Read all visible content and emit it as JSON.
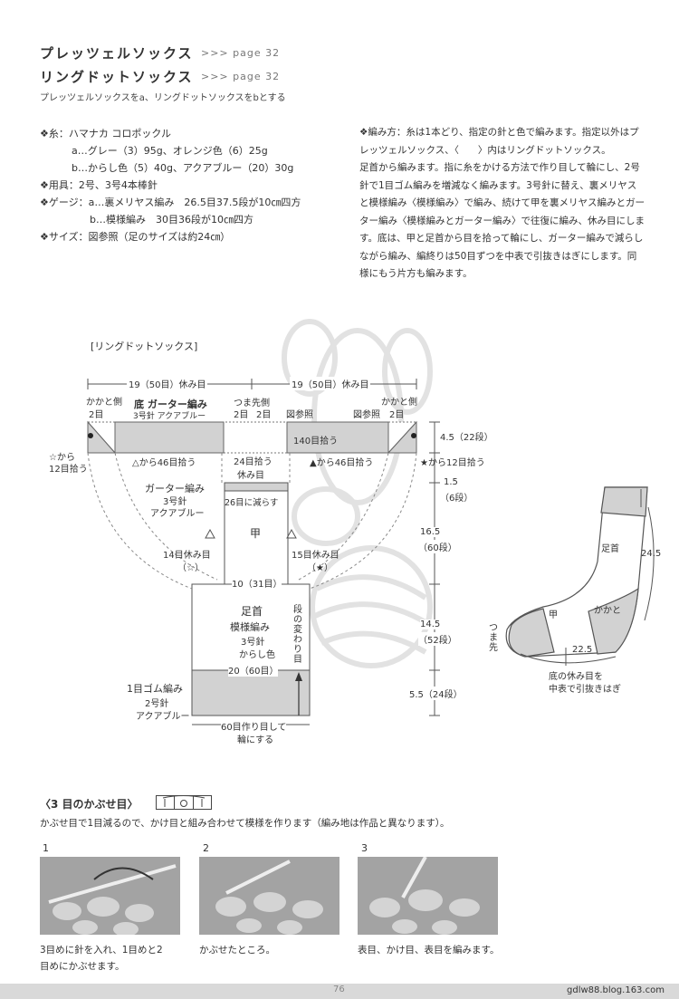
{
  "header": {
    "title1": "プレッツェルソックス",
    "ref1": ">>> page 32",
    "title2": "リングドットソックス",
    "ref2": ">>> page 32",
    "subtitle": "プレッツェルソックスをa、リングドットソックスをbとする"
  },
  "materials": {
    "yarn": "❖糸：ハマナカ コロポックル",
    "yarn_a": "a…グレー（3）95g、オレンジ色（6）25g",
    "yarn_b": "b…からし色（5）40g、アクアブルー（20）30g",
    "tools": "❖用具：2号、3号4本棒針",
    "gauge_a": "❖ゲージ：a…裏メリヤス編み　26.5目37.5段が10㎝四方",
    "gauge_b": "b…模様編み　30目36段が10㎝四方",
    "size": "❖サイズ：図参照（足のサイズは約24㎝）"
  },
  "howto": {
    "lines": [
      "❖編み方：糸は1本どり、指定の針と色で編みます。指定以外はプ",
      "レッツェルソックス、〈　　〉内はリングドットソックス。",
      "足首から編みます。指に糸をかける方法で作り目して輪にし、2号",
      "針で1目ゴム編みを増減なく編みます。3号針に替え、裏メリヤス",
      "と模様編み〈模様編み〉で編み、続けて甲を裏メリヤス編みとガー",
      "ター編み〈模様編みとガーター編み〉で往復に編み、休み目にしま",
      "す。底は、甲と足首から目を拾って輪にし、ガーター編みで減らし",
      "ながら編み、編終りは50目ずつを中表で引抜きはぎにします。同",
      "様にもう片方も編みます。"
    ]
  },
  "diagram": {
    "title": "[リングドットソックス]",
    "top_left": "19（50目）休み目",
    "top_right": "19（50目）休み目",
    "heel_side_l1": "かかと側",
    "heel_side_l2": "2目",
    "heel_side_r1": "かかと側",
    "heel_side_r2": "2目",
    "sole_title": "底 ガーター編み",
    "sole_sub": "3号針 アクアブルー",
    "toe_side": "つま先側",
    "toe_2a": "2目",
    "toe_2b": "2目",
    "ref_a": "図参照",
    "ref_b": "図参照",
    "pick140": "140目拾う",
    "star_l1": "☆から",
    "star_l2": "12目拾う",
    "tri46": "△から46目拾う",
    "pick24a": "24目拾う",
    "pick24b": "休み目",
    "fill46": "▲から46目拾う",
    "star_r": "★から12目拾う",
    "garter_title": "ガーター編み",
    "garter_needle": "3号針",
    "garter_color": "アクアブルー",
    "dec26": "26目に減らす",
    "instep": "甲",
    "rest14a": "14目休み目",
    "rest14b": "（☆）",
    "rest15a": "15目休み目",
    "rest15b": "（★）",
    "ten31": "10（31目）",
    "ankle": "足首",
    "pattern": "模様編み",
    "ankle_needle": "3号針",
    "ankle_color": "からし色",
    "row_change": "段の変わり目",
    "twenty60": "20（60目）",
    "rib_title": "1目ゴム編み",
    "rib_needle": "2号針",
    "rib_color": "アクアブルー",
    "cast1": "60目作り目して",
    "cast2": "輪にする",
    "h_45": "4.5（22段）",
    "h_15a": "1.5",
    "h_15b": "（6段）",
    "h_165a": "16.5",
    "h_165b": "（60段）",
    "h_145a": "14.5",
    "h_145b": "（52段）",
    "h_55": "5.5（24段）"
  },
  "sock": {
    "ankle": "足首",
    "v245": "24.5",
    "heel": "かかと",
    "instep": "甲",
    "toe": "つま先",
    "v225": "22.5",
    "note1": "底の休み目を",
    "note2": "中表で引抜きはぎ"
  },
  "section": {
    "title": "〈3 目のかぶせ目〉",
    "desc": "かぶせ目で1目減るので、かけ目と組み合わせて模様を作ります（編み地は作品と異なります）。",
    "steps": [
      {
        "num": "1",
        "cap1": "3目めに針を入れ、1目めと2",
        "cap2": "目めにかぶせます。"
      },
      {
        "num": "2",
        "cap1": "かぶせたところ。",
        "cap2": ""
      },
      {
        "num": "3",
        "cap1": "表目、かけ目、表目を編みます。",
        "cap2": ""
      }
    ]
  },
  "footer": {
    "page": "76",
    "site": "gdlw88.blog.163.com"
  }
}
